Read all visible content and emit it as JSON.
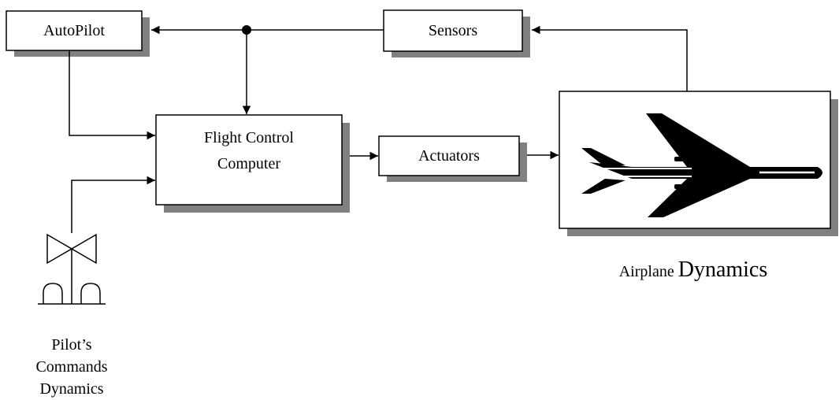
{
  "blocks": {
    "autopilot": "AutoPilot",
    "sensors": "Sensors",
    "fcc_line1": "Flight Control",
    "fcc_line2": "Computer",
    "actuators": "Actuators"
  },
  "airplane_caption": {
    "small": "Airplane",
    "large": "Dynamics"
  },
  "pilot_caption": {
    "line1": "Pilot’s",
    "line2": "Commands",
    "line3": "Dynamics"
  }
}
